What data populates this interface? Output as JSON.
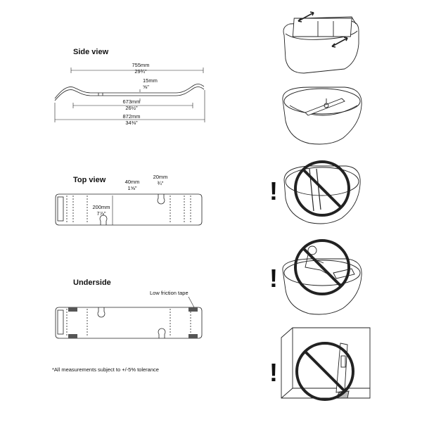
{
  "side_view": {
    "heading": "Side view",
    "dim_755_mm": "755mm",
    "dim_755_in": "29¾\"",
    "dim_15_mm": "15mm",
    "dim_15_in": "⅝\"",
    "dim_673_mm": "673mm",
    "dim_673_in": "26½\"",
    "dim_872_mm": "872mm",
    "dim_872_in": "34⅜\""
  },
  "top_view": {
    "heading": "Top view",
    "dim_40_mm": "40mm",
    "dim_40_in": "1⅝\"",
    "dim_20_mm": "20mm",
    "dim_20_in": "¾\"",
    "dim_200_mm": "200mm",
    "dim_200_in": "7⅞\""
  },
  "underside": {
    "heading": "Underside",
    "tape_label": "Low friction tape"
  },
  "footnote": "*All measurements subject to +/-5% tolerance",
  "warnings": [
    "!",
    "!",
    "!"
  ],
  "icons": [
    "bathtub-adjust-icon",
    "bathtub-installed-icon",
    "no-stand-in-tub-icon",
    "no-sit-on-tray-icon",
    "no-stand-upright-icon"
  ]
}
